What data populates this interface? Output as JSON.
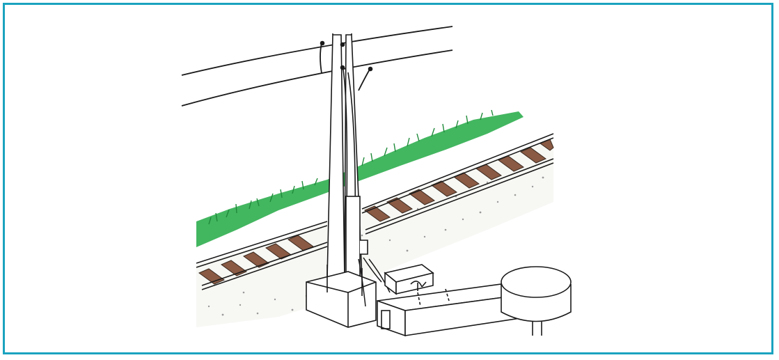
{
  "diagram": {
    "colors": {
      "frame": "#1aa3bf",
      "grass": "#2fae4f",
      "grass_dark": "#1f8a3a",
      "sleeper": "#8a5a44",
      "ink": "#1a1a1a"
    },
    "parts": [
      "overhead-wires",
      "utility-pole",
      "grass-embankment",
      "railway-track",
      "ballast",
      "pole-footing",
      "junction-box",
      "cable-duct",
      "manhole-chamber"
    ]
  }
}
